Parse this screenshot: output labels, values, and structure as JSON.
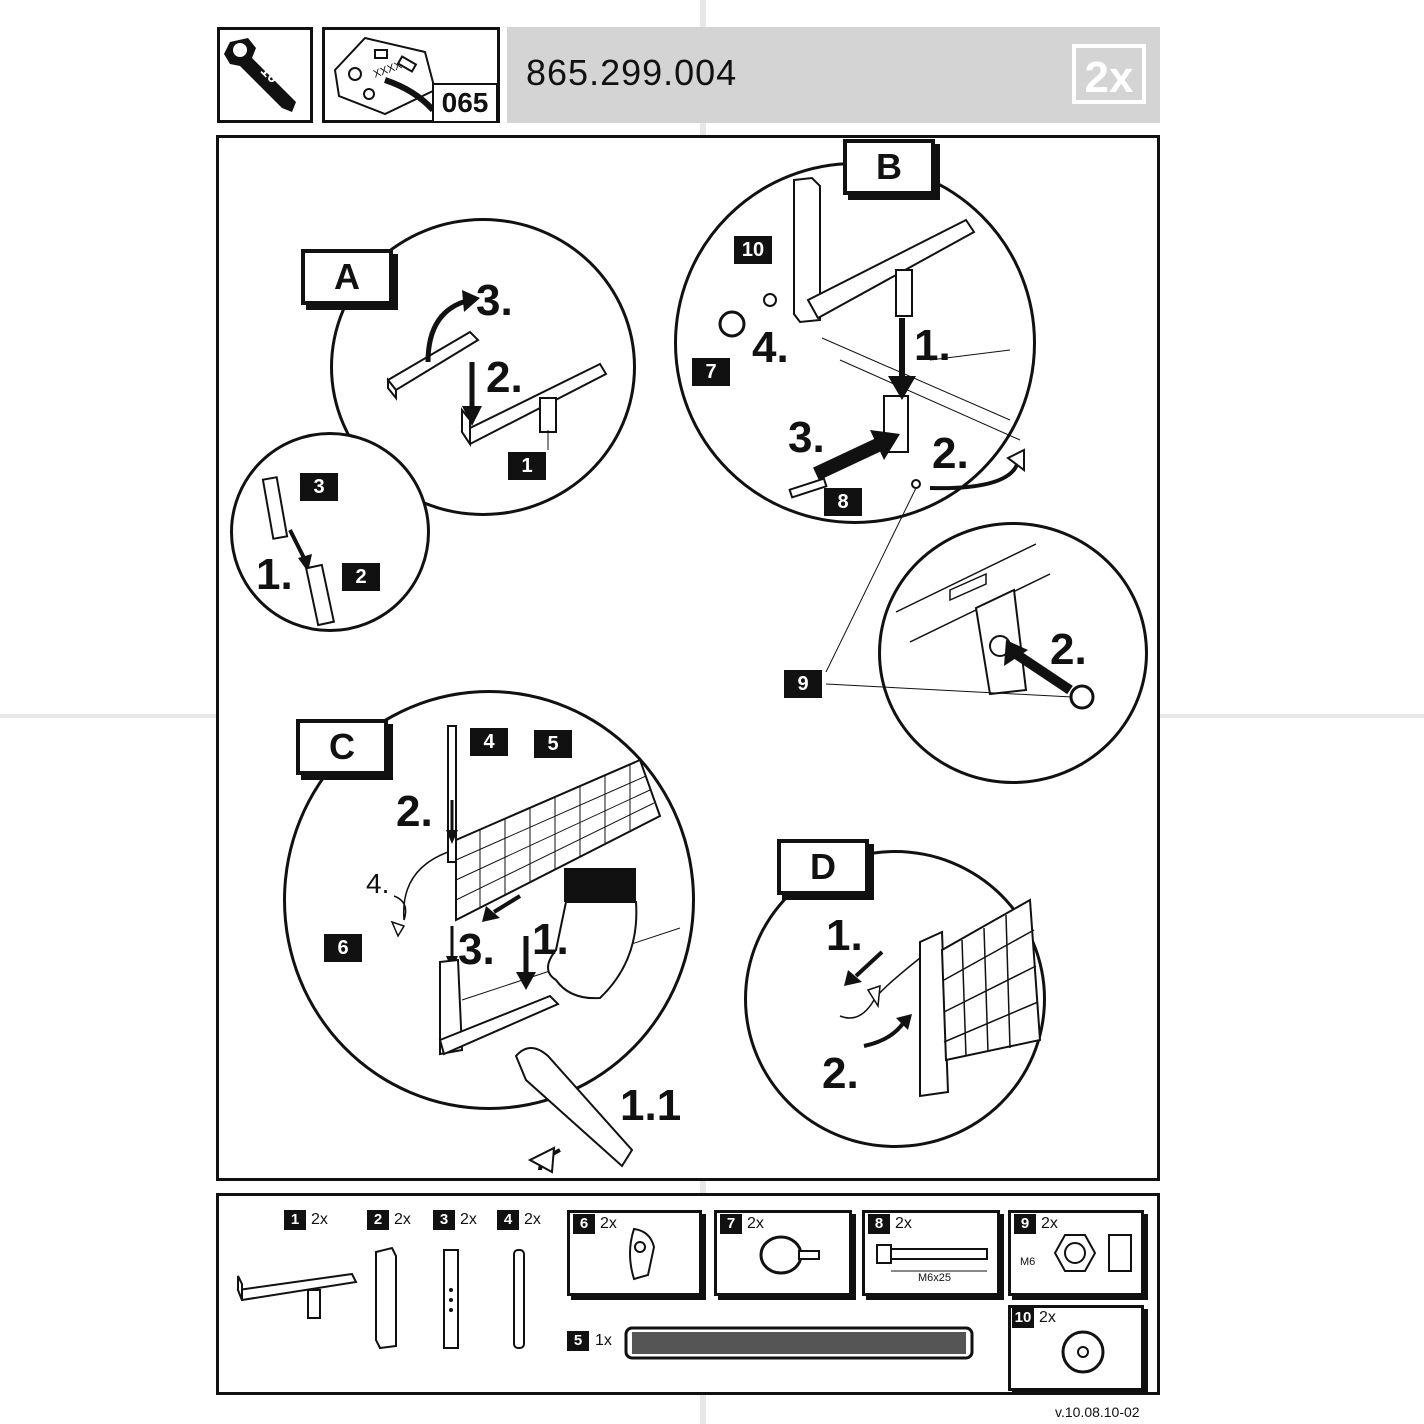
{
  "header": {
    "document_number": "865.299.004",
    "quantity": "2x",
    "tool_size": "10",
    "hardware_bag": "065",
    "bag_label": "XXXX"
  },
  "steps": {
    "A": {
      "label": "A",
      "sub_1": "1.",
      "sub_2": "2.",
      "sub_3": "3."
    },
    "B": {
      "label": "B",
      "sub_1": "1.",
      "sub_2": "2.",
      "sub_3": "3.",
      "sub_4": "4.",
      "detail_2": "2."
    },
    "C": {
      "label": "C",
      "sub_1": "1.",
      "sub_2": "2.",
      "sub_3": "3.",
      "sub_4": "4.",
      "sub_11": "1.1"
    },
    "D": {
      "label": "D",
      "sub_1": "1.",
      "sub_2": "2."
    }
  },
  "callouts": {
    "p1": "1",
    "p2": "2",
    "p3": "3",
    "p4": "4",
    "p5": "5",
    "p6": "6",
    "p7": "7",
    "p8": "8",
    "p9": "9",
    "p10": "10"
  },
  "parts": [
    {
      "id": "1",
      "qty": "2x"
    },
    {
      "id": "2",
      "qty": "2x"
    },
    {
      "id": "3",
      "qty": "2x"
    },
    {
      "id": "4",
      "qty": "2x"
    },
    {
      "id": "5",
      "qty": "1x"
    },
    {
      "id": "6",
      "qty": "2x"
    },
    {
      "id": "7",
      "qty": "2x"
    },
    {
      "id": "8",
      "qty": "2x",
      "spec": "M6x25"
    },
    {
      "id": "9",
      "qty": "2x",
      "spec": "M6"
    },
    {
      "id": "10",
      "qty": "2x"
    }
  ],
  "version": "v.10.08.10-02"
}
